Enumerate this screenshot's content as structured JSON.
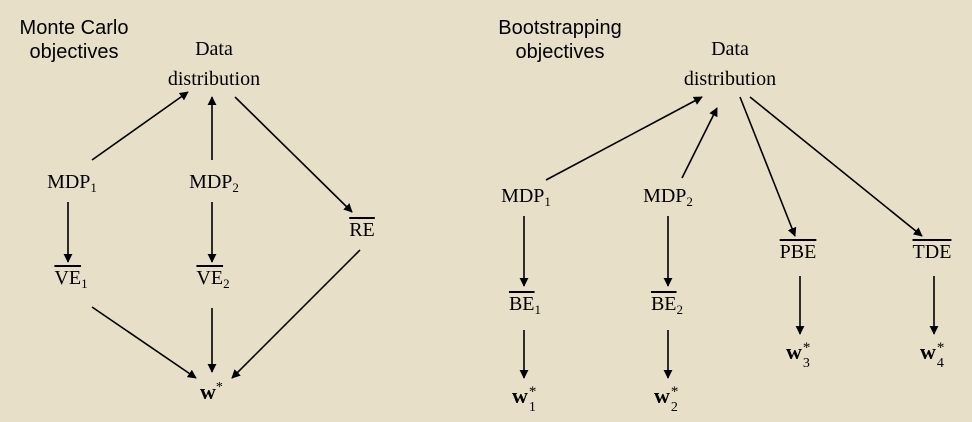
{
  "colors": {
    "background": "#e8dfc8",
    "ink": "#000000"
  },
  "left_panel": {
    "heading": [
      "Monte Carlo",
      "objectives"
    ],
    "data_distribution": [
      "Data",
      "distribution"
    ],
    "mdp1": {
      "base": "MDP",
      "sub": "1"
    },
    "mdp2": {
      "base": "MDP",
      "sub": "2"
    },
    "re": "RE",
    "ve1": {
      "base": "VE",
      "sub": "1"
    },
    "ve2": {
      "base": "VE",
      "sub": "2"
    },
    "w_star": {
      "base": "w",
      "sup": "*"
    }
  },
  "right_panel": {
    "heading": [
      "Bootstrapping",
      "objectives"
    ],
    "data_distribution": [
      "Data",
      "distribution"
    ],
    "mdp1": {
      "base": "MDP",
      "sub": "1"
    },
    "mdp2": {
      "base": "MDP",
      "sub": "2"
    },
    "pbe": "PBE",
    "tde": "TDE",
    "be1": {
      "base": "BE",
      "sub": "1"
    },
    "be2": {
      "base": "BE",
      "sub": "2"
    },
    "w1": {
      "base": "w",
      "sup": "*",
      "sub": "1"
    },
    "w2": {
      "base": "w",
      "sup": "*",
      "sub": "2"
    },
    "w3": {
      "base": "w",
      "sup": "*",
      "sub": "3"
    },
    "w4": {
      "base": "w",
      "sup": "*",
      "sub": "4"
    }
  },
  "edges": [
    {
      "from": "left.mdp1",
      "to": "left.data_distribution"
    },
    {
      "from": "left.mdp2",
      "to": "left.data_distribution"
    },
    {
      "from": "left.data_distribution",
      "to": "left.re"
    },
    {
      "from": "left.mdp1",
      "to": "left.ve1"
    },
    {
      "from": "left.mdp2",
      "to": "left.ve2"
    },
    {
      "from": "left.ve1",
      "to": "left.w_star"
    },
    {
      "from": "left.ve2",
      "to": "left.w_star"
    },
    {
      "from": "left.re",
      "to": "left.w_star"
    },
    {
      "from": "right.mdp1",
      "to": "right.data_distribution"
    },
    {
      "from": "right.mdp2",
      "to": "right.data_distribution"
    },
    {
      "from": "right.data_distribution",
      "to": "right.pbe"
    },
    {
      "from": "right.data_distribution",
      "to": "right.tde"
    },
    {
      "from": "right.mdp1",
      "to": "right.be1"
    },
    {
      "from": "right.mdp2",
      "to": "right.be2"
    },
    {
      "from": "right.be1",
      "to": "right.w1"
    },
    {
      "from": "right.be2",
      "to": "right.w2"
    },
    {
      "from": "right.pbe",
      "to": "right.w3"
    },
    {
      "from": "right.tde",
      "to": "right.w4"
    }
  ]
}
